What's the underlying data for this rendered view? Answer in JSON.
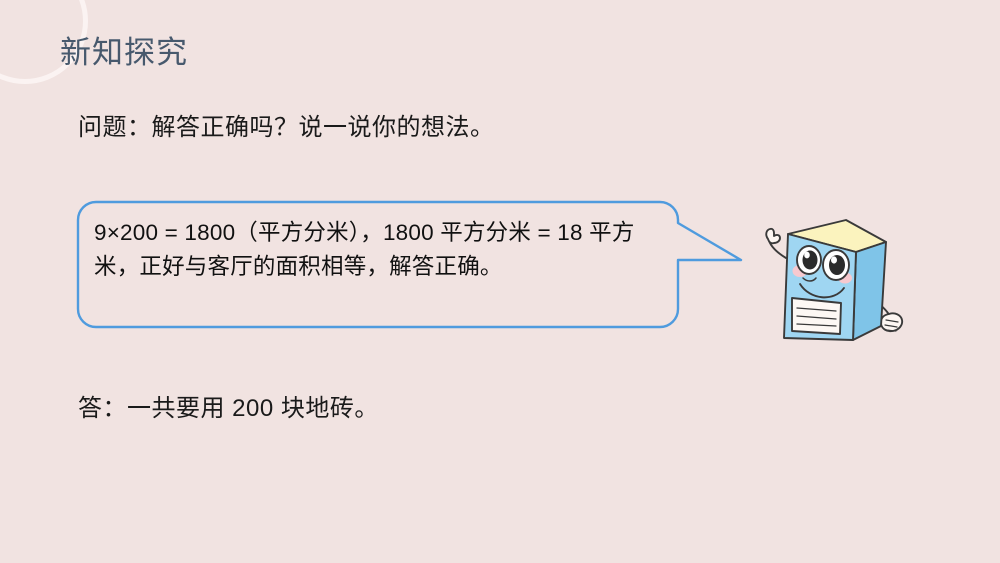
{
  "slide": {
    "background_color": "#F1E3E1",
    "title": "新知探究",
    "title_color": "#47596D",
    "accent_color": "#4F9BDE",
    "decor": {
      "corner_arc_name": "corner-arc-decoration",
      "corner_arc_color": "#FBF3F2"
    }
  },
  "question": {
    "text": "问题：解答正确吗？说一说你的想法。"
  },
  "speech_bubble": {
    "border_color": "#4F9BDE",
    "fill_color": "#F1E3E1",
    "text": "9×200 = 1800（平方分米），1800 平方分米 = 18 平方米，正好与客厅的面积相等，解答正确。",
    "tail_direction": "right"
  },
  "answer": {
    "text": "答：一共要用 200 块地砖。"
  },
  "mascot": {
    "name": "cartoon-book-character",
    "cover_color": "#9FD6F2",
    "cover_shadow_color": "#7FC4E8",
    "pages_color": "#FBF3BE",
    "outline_color": "#3A3A3A",
    "label_color": "#FDF8F4",
    "skin_color": "#FDF6F2",
    "cheek_color": "#F7C9CF"
  }
}
